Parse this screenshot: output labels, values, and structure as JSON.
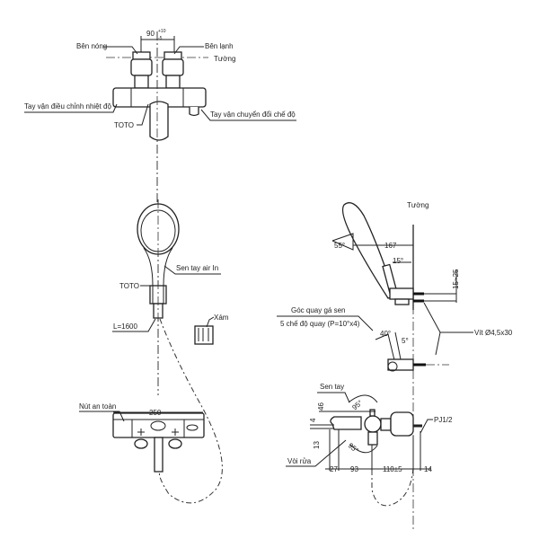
{
  "top_view": {
    "dim_spacing": "90",
    "dim_tol_plus": "+10",
    "dim_tol_minus": "-5",
    "hot_side": "Bên nóng",
    "cold_side": "Bên lạnh",
    "wall": "Tường",
    "temp_handle": "Tay vận điều chỉnh nhiệt độ",
    "mode_handle": "Tay vận chuyển đổi chế độ",
    "brand": "TOTO"
  },
  "hand_shower": {
    "name": "Sen tay air In",
    "brand": "TOTO",
    "hose_length": "L=1600",
    "holder_color": "Xám"
  },
  "front_view": {
    "safety_button": "Nút an toàn",
    "width": "250"
  },
  "side_view": {
    "wall": "Tường",
    "reach": "167",
    "angle_head": "55°",
    "angle_tilt": "15°",
    "mount_range": "15~25",
    "rotation_title": "Góc quay gá sen",
    "rotation_modes": "5 chế độ quay (P=10°x4)",
    "screw": "Vít Ø4,5x30",
    "angle_40": "40°",
    "angle_5": "5°",
    "hand_shower": "Sen tay",
    "dim_46": "46",
    "dim_4": "4",
    "dim_13": "13",
    "angle_95_top": "95°",
    "angle_95_bottom": "95°",
    "connection": "PJ1/2",
    "spout": "Vòi rửa",
    "dim_27": "27",
    "dim_93": "93",
    "dim_110": "110±5",
    "dim_14": "14"
  }
}
